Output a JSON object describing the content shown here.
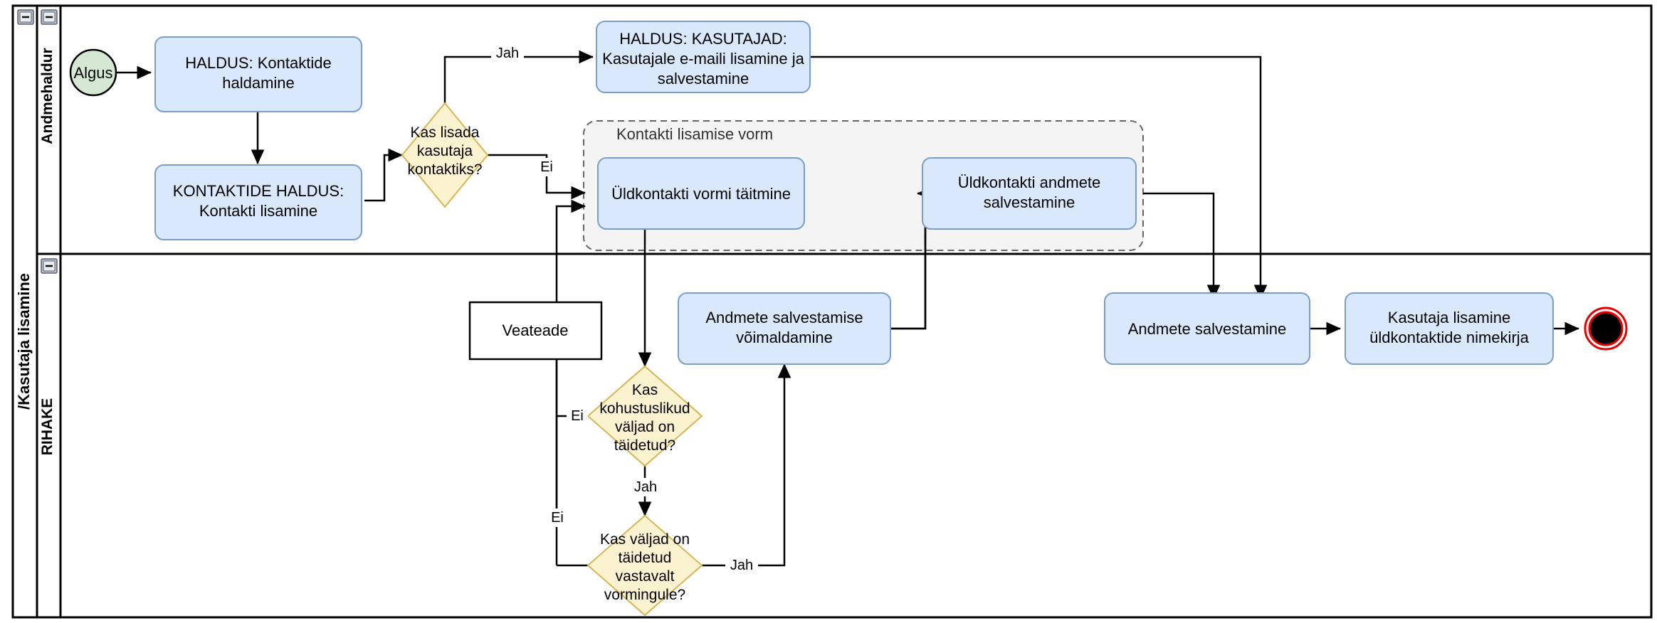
{
  "diagram": {
    "type": "bpmn-flowchart",
    "language": "et",
    "pool": {
      "label": "/Kasutaja lisamine"
    },
    "lanes": [
      {
        "id": "lane-andmehaldur",
        "label": "Andmehaldur",
        "collapse_icon": "minus-icon"
      },
      {
        "id": "lane-rihake",
        "label": "RIHAKE",
        "collapse_icon": "minus-icon"
      }
    ],
    "group": {
      "title": "Kontakti lisamise vorm"
    },
    "events": [
      {
        "id": "start",
        "kind": "start-event",
        "label": "Algus",
        "color": "#d5e8d4"
      },
      {
        "id": "end",
        "kind": "end-event",
        "label": "",
        "color": "#e60000"
      }
    ],
    "tasks": [
      {
        "id": "t1",
        "label": "HALDUS: Kontaktide haldamine",
        "lines": [
          "HALDUS: Kontaktide",
          "haldamine"
        ]
      },
      {
        "id": "t2",
        "label": "KONTAKTIDE HALDUS: Kontakti lisamine",
        "lines": [
          "KONTAKTIDE HALDUS:",
          "Kontakti lisamine"
        ]
      },
      {
        "id": "t3",
        "label": "HALDUS: KASUTAJAD: Kasutajale e-maili lisamine ja salvestamine",
        "lines": [
          "HALDUS: KASUTAJAD:",
          "Kasutajale e-maili lisamine ja",
          "salvestamine"
        ]
      },
      {
        "id": "t4",
        "label": "Üldkontakti vormi täitmine",
        "lines": [
          "Üldkontakti vormi täitmine"
        ]
      },
      {
        "id": "t5",
        "label": "Üldkontakti andmete salvestamine",
        "lines": [
          "Üldkontakti andmete",
          "salvestamine"
        ]
      },
      {
        "id": "t6",
        "label": "Andmete salvestamise võimaldamine",
        "lines": [
          "Andmete salvestamise",
          "võimaldamine"
        ]
      },
      {
        "id": "t7",
        "label": "Andmete salvestamine",
        "lines": [
          "Andmete salvestamine"
        ]
      },
      {
        "id": "t8",
        "label": "Kasutaja lisamine üldkontaktide nimekirja",
        "lines": [
          "Kasutaja lisamine",
          "üldkontaktide nimekirja"
        ]
      }
    ],
    "gateways": [
      {
        "id": "g1",
        "label": "Kas lisada kasutaja kontaktiks?",
        "lines": [
          "Kas lisada",
          "kasutaja",
          "kontaktiks?"
        ]
      },
      {
        "id": "g2",
        "label": "Kas kohustuslikud väljad on täidetud?",
        "lines": [
          "Kas",
          "kohustuslikud",
          "väljad on",
          "täidetud?"
        ]
      },
      {
        "id": "g3",
        "label": "Kas väljad on täidetud vastavalt vormingule?",
        "lines": [
          "Kas väljad on",
          "täidetud",
          "vastavalt",
          "vormingule?"
        ]
      }
    ],
    "annotations": [
      {
        "id": "a1",
        "label": "Veateade"
      }
    ],
    "edge_labels": {
      "g1_yes": "Jah",
      "g1_no": "Ei",
      "g2_no": "Ei",
      "g2_yes": "Jah",
      "g3_no": "Ei",
      "g3_yes": "Jah"
    },
    "colors": {
      "task_fill": "#dae8fc",
      "task_stroke": "#7a9ec9",
      "gateway_fill": "#fbf2d0",
      "gateway_stroke": "#d6b656",
      "start_fill": "#d5e8d4",
      "end_stroke": "#e60000",
      "group_fill": "#f4f4f4",
      "group_stroke": "#666666",
      "flow_stroke": "#000000"
    }
  }
}
